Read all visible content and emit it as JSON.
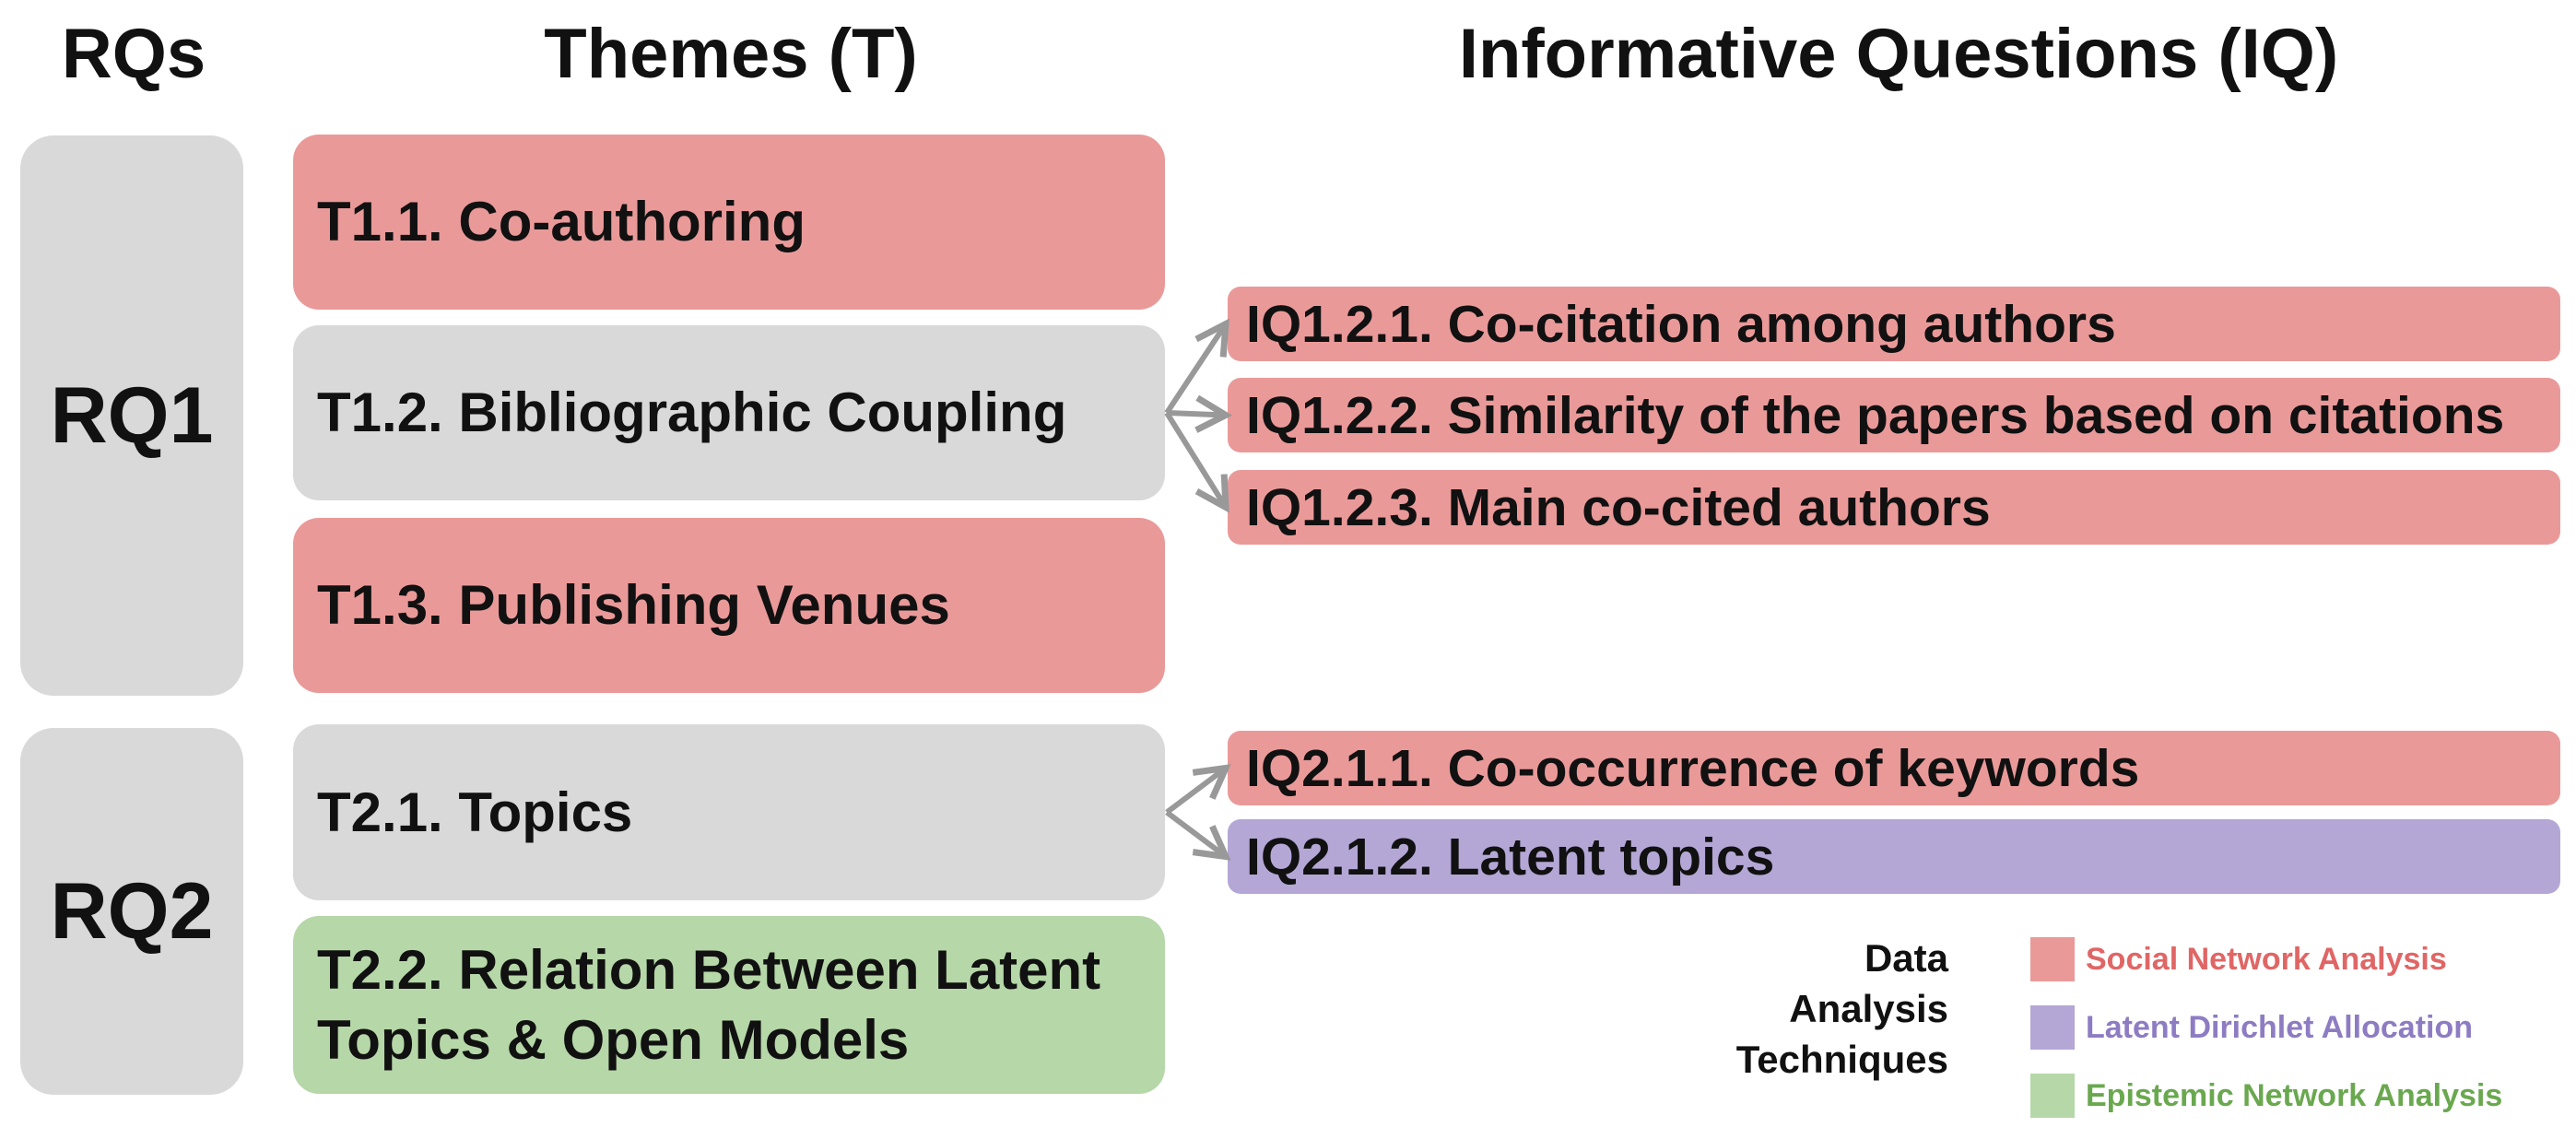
{
  "headers": {
    "rqs": "RQs",
    "themes": "Themes (T)",
    "iq": "Informative Questions (IQ)"
  },
  "colors": {
    "rq_box": "#d9d9d9",
    "neutral_theme": "#d9d9d9",
    "social_network_analysis": "#ea9999",
    "latent_dirichlet_allocation": "#b4a7d6",
    "epistemic_network_analysis": "#b6d7a8",
    "sna_text": "#e06666",
    "lda_text": "#8e7cc3",
    "ena_text": "#6aa84f",
    "arrow": "#999999"
  },
  "rqs": [
    {
      "label": "RQ1"
    },
    {
      "label": "RQ2"
    }
  ],
  "themes": {
    "t11": {
      "label": "T1.1. Co-authoring",
      "technique": "social_network_analysis"
    },
    "t12": {
      "label": "T1.2. Bibliographic Coupling",
      "technique": "none"
    },
    "t13": {
      "label": "T1.3. Publishing Venues",
      "technique": "social_network_analysis"
    },
    "t21": {
      "label": "T2.1. Topics",
      "technique": "none"
    },
    "t22": {
      "label": "T2.2. Relation Between Latent\nTopics & Open Models",
      "technique": "epistemic_network_analysis"
    }
  },
  "informative_questions": {
    "iq121": {
      "label": "IQ1.2.1. Co-citation among authors",
      "technique": "social_network_analysis"
    },
    "iq122": {
      "label": "IQ1.2.2. Similarity of the papers based on citations",
      "technique": "social_network_analysis"
    },
    "iq123": {
      "label": "IQ1.2.3. Main co-cited authors",
      "technique": "social_network_analysis"
    },
    "iq211": {
      "label": "IQ2.1.1. Co-occurrence of keywords",
      "technique": "social_network_analysis"
    },
    "iq212": {
      "label": "IQ2.1.2. Latent topics",
      "technique": "latent_dirichlet_allocation"
    }
  },
  "connections": [
    {
      "from": "t12",
      "to": "iq121"
    },
    {
      "from": "t12",
      "to": "iq122"
    },
    {
      "from": "t12",
      "to": "iq123"
    },
    {
      "from": "t21",
      "to": "iq211"
    },
    {
      "from": "t21",
      "to": "iq212"
    }
  ],
  "legend": {
    "title": "Data\nAnalysis\nTechniques",
    "items": {
      "sna": "Social Network Analysis",
      "lda": "Latent Dirichlet Allocation",
      "ena": "Epistemic Network Analysis"
    }
  }
}
